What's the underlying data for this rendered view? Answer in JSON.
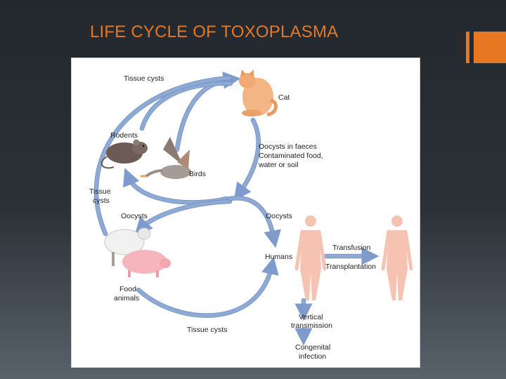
{
  "slide": {
    "title": "LIFE CYCLE OF TOXOPLASMA",
    "accent_color": "#e87722"
  },
  "diagram": {
    "nodes": {
      "cat": "Cat",
      "rodents": "Rodents",
      "birds": "Birds",
      "food_animals_line1": "Food",
      "food_animals_line2": "animals",
      "humans": "Humans"
    },
    "edges": {
      "tissue_cysts_top": "Tissue cysts",
      "tissue_cysts_left_line1": "Tissue",
      "tissue_cysts_left_line2": "cysts",
      "oocysts_faeces_line1": "Oocysts in faeces",
      "oocysts_faeces_line2": "Contaminated food,",
      "oocysts_faeces_line3": "water or soil",
      "oocysts_left": "Oocysts",
      "oocysts_right": "Oocysts",
      "tissue_cysts_bottom": "Tissue cysts",
      "transfusion": "Transfusion",
      "transplantation": "Transplantation",
      "vertical_line1": "Vertical",
      "vertical_line2": "transmission",
      "congenital_line1": "Congenital",
      "congenital_line2": "infection"
    },
    "arrow_color": "#8ea9d4"
  }
}
